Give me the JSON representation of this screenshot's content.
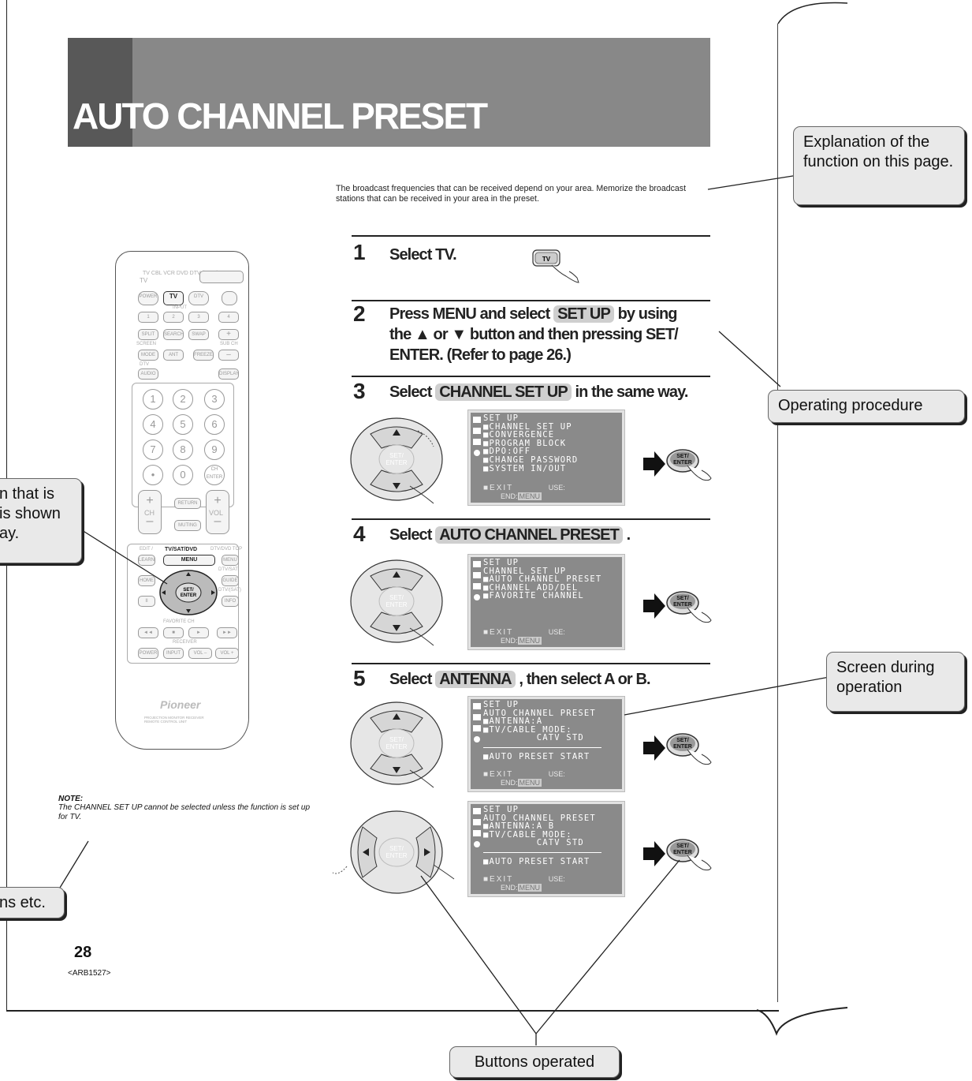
{
  "header": {
    "title": "AUTO CHANNEL PRESET"
  },
  "intro": "The broadcast frequencies that can be received depend on your area. Memorize the broadcast stations that can be received in your area in the preset.",
  "steps": [
    {
      "num": "1",
      "text": "Select TV."
    },
    {
      "num": "2",
      "line1a": "Press MENU and select ",
      "line1hl": "SET UP",
      "line1b": " by using",
      "line2": "the ▲ or ▼ button and then pressing SET/",
      "line3": "ENTER. (Refer to page 26.)"
    },
    {
      "num": "3",
      "pre": "Select ",
      "hl": "CHANNEL SET UP",
      "post": " in the same way."
    },
    {
      "num": "4",
      "pre": "Select ",
      "hl": "AUTO CHANNEL PRESET",
      "post": " ."
    },
    {
      "num": "5",
      "pre": "Select ",
      "hl": "ANTENNA",
      "post": " , then select A or B."
    }
  ],
  "tv_button": "TV",
  "set_enter": "SET/ ENTER",
  "osd": {
    "screen1": {
      "lines": [
        "SET UP",
        "■CHANNEL SET UP",
        "■CONVERGENCE",
        "■PROGRAM BLOCK",
        "■DPO:OFF",
        "■CHANGE PASSWORD",
        "■SYSTEM IN/OUT"
      ],
      "exit": "■EXIT",
      "use": "USE:",
      "end": "END:",
      "menu": "MENU"
    },
    "screen2": {
      "lines": [
        "SET UP",
        "CHANNEL SET UP",
        "■AUTO CHANNEL PRESET",
        "■CHANNEL ADD/DEL",
        "■FAVORITE CHANNEL"
      ],
      "exit": "■EXIT",
      "use": "USE:",
      "end": "END:",
      "menu": "MENU"
    },
    "screen3": {
      "lines": [
        "SET UP",
        "AUTO CHANNEL PRESET",
        "■ANTENNA:A",
        "■TV/CABLE MODE:",
        "         CATV STD",
        "",
        "■AUTO PRESET START"
      ],
      "exit": "■EXIT",
      "use": "USE:",
      "end": "END:",
      "menu": "MENU"
    },
    "screen4": {
      "lines": [
        "SET UP",
        "AUTO CHANNEL PRESET",
        "■ANTENNA:A B",
        "■TV/CABLE MODE:",
        "         CATV STD",
        "",
        "■AUTO PRESET START"
      ],
      "exit": "■EXIT",
      "use": "USE:",
      "end": "END:",
      "menu": "MENU"
    }
  },
  "remote": {
    "top_labels": "TV  CBL  VCR  DVD  DTV  /SAT       /LD",
    "tv_label": "TV",
    "power": "POWER",
    "tv": "TV",
    "dtv": "DTV",
    "input": "INPUT",
    "nums_top": [
      "1",
      "2",
      "3",
      "4"
    ],
    "split": "SPLIT",
    "search": "SEARCH",
    "swap": "SWAP",
    "screen": "SCREEN",
    "sub_ch": "SUB CH",
    "mode": "MODE",
    "ant": "ANT",
    "freeze": "FREEZE",
    "audio": "AUDIO",
    "display": "DISPLAY",
    "keypad": [
      "1",
      "2",
      "3",
      "4",
      "5",
      "6",
      "7",
      "8",
      "9",
      "•",
      "0",
      "CH ENTER"
    ],
    "ch": "CH",
    "return": "RETURN",
    "vol": "VOL",
    "muting": "MUTING",
    "edit": "EDIT /",
    "learn": "LEARN",
    "tv_sat_dvd": "TV/SAT/DVD",
    "menu": "MENU",
    "dtv_dvd_top": "DTV/DVD TOP",
    "menu_small": "MENU",
    "dtv_sat": "DTV/SAT",
    "guide": "GUIDE",
    "home": "HOME",
    "dtv_sat2": "DTV/(SAT)",
    "info": "INFO",
    "favorite": "FAVORITE CH",
    "receiver": "RECEIVER",
    "bottom": [
      "POWER",
      "INPUT",
      "VOL –",
      "VOL +"
    ],
    "brand": "Pioneer",
    "fine": "PROJECTION MONITOR RECEIVER REMOTE CONTROL UNIT"
  },
  "note": {
    "title": "NOTE:",
    "text": "The CHANNEL SET UP cannot be selected unless the function is set up for TV."
  },
  "callouts": {
    "explanation": "Explanation of the function on this page.",
    "procedure": "Operating procedure",
    "remote_line1": "n that is",
    "remote_line2": "is shown",
    "remote_line3": "ay.",
    "screen": "Screen during operation",
    "notes": "ns etc.",
    "buttons": "Buttons operated"
  },
  "footer": {
    "page": "28",
    "code": "<ARB1527>"
  }
}
